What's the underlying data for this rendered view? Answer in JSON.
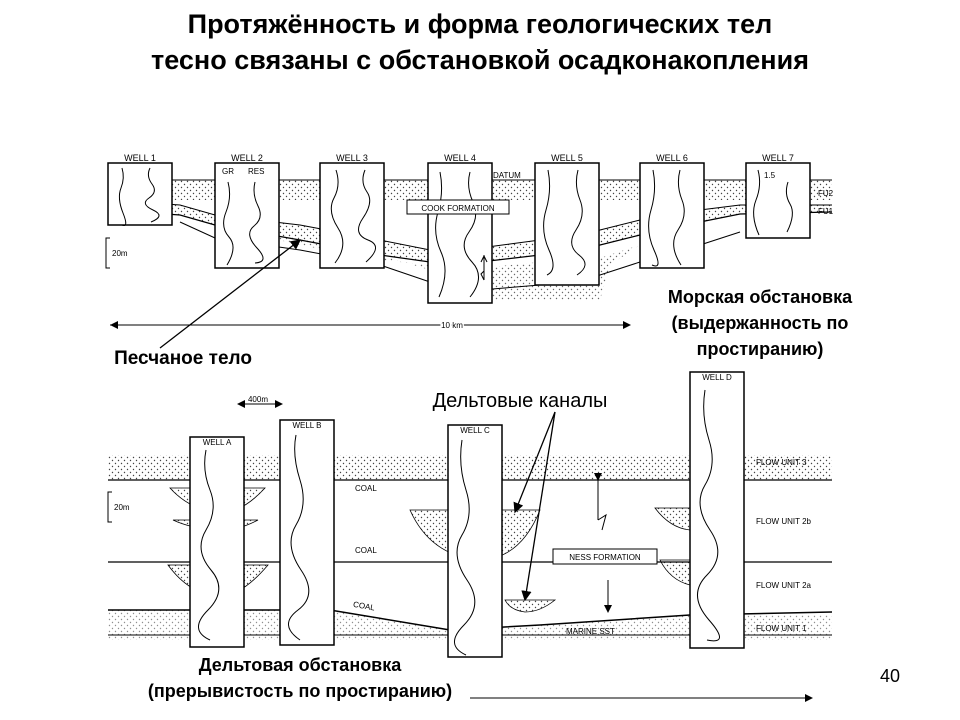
{
  "title": {
    "line1": "Протяжённость и форма геологических тел",
    "line2": "тесно связаны с обстановкой осадконакопления"
  },
  "top_diagram": {
    "wells": [
      "WELL 1",
      "WELL 2",
      "WELL 3",
      "WELL 4",
      "WELL 5",
      "WELL 6",
      "WELL 7"
    ],
    "log_curve_labels": [
      "GR",
      "RES"
    ],
    "datum": "DATUM",
    "formation": "COOK FORMATION",
    "scale_vertical": "20m",
    "scale_horizontal": "10 km",
    "flow_units": [
      "FU2",
      "FU1"
    ],
    "log_value": "1.5"
  },
  "bottom_diagram": {
    "wells": [
      "WELL A",
      "WELL B",
      "WELL C",
      "WELL D"
    ],
    "scale_horizontal": "400m",
    "scale_vertical": "20m",
    "coal_labels": [
      "COAL",
      "COAL",
      "COAL"
    ],
    "formation": "NESS FORMATION",
    "marine_label": "MARINE SST",
    "flow_units": [
      "FLOW UNIT 3",
      "FLOW UNIT 2b",
      "FLOW UNIT 2a",
      "FLOW UNIT 1"
    ]
  },
  "annotations": {
    "marine_env_line1": "Морская обстановка",
    "marine_env_line2": "(выдержанность по",
    "marine_env_line3": "простиранию)",
    "sand_body": "Песчаное тело",
    "delta_channels": "Дельтовые каналы",
    "delta_env_line1": "Дельтовая обстановка",
    "delta_env_line2": "(прерывистость по простиранию)"
  },
  "page_number": "40"
}
